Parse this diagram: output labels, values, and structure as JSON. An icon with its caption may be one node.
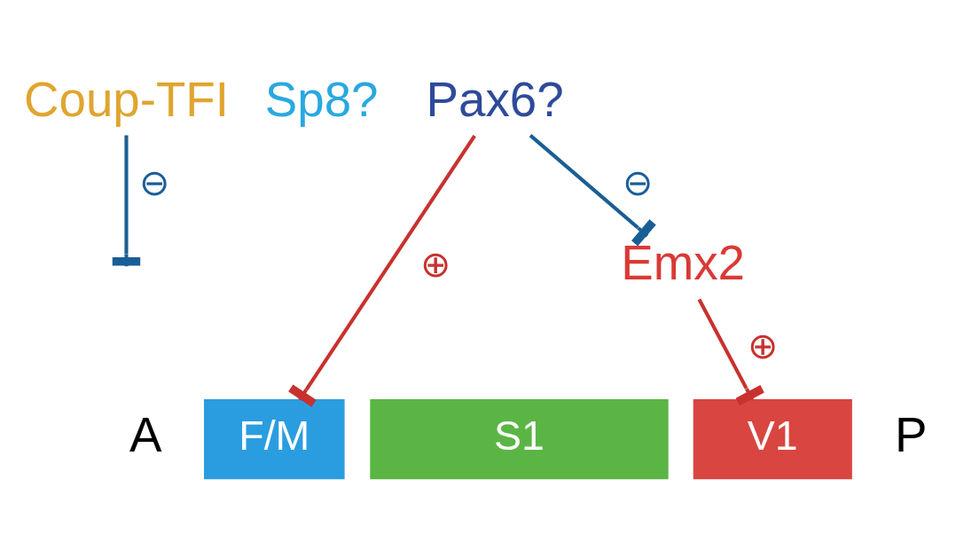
{
  "diagram": {
    "nodes": [
      {
        "text": [
          "Coup-TFI"
        ]
      },
      {
        "text": [
          "Pax6?"
        ]
      },
      {
        "text": [
          "Emx2"
        ]
      },
      {
        "text": [
          "F/M"
        ]
      },
      {
        "text": [
          "S1"
        ]
      },
      {
        "text": [
          "V1"
        ]
      }
    ],
    "edges": [
      {
        "from": 0,
        "to": null,
        "arrow": "other",
        "label": "⊖",
        "color": "#1a5e96"
      },
      {
        "from": 1,
        "to": 2,
        "arrow": "other",
        "label": "⊖",
        "color": "#1a5e96"
      },
      {
        "from": 1,
        "to": 3,
        "arrow": "other",
        "label": "⊕",
        "color": "#c8322e"
      },
      {
        "from": 2,
        "to": 5,
        "arrow": "other",
        "label": "⊕",
        "color": "#c8322e"
      }
    ],
    "labels": [
      "Sp8?",
      "A",
      "P"
    ]
  }
}
